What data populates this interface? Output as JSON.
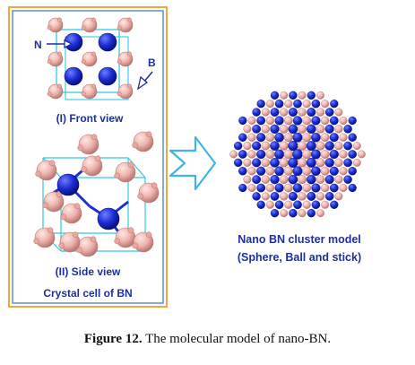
{
  "figure": {
    "label_n": "N",
    "label_b": "B",
    "front_view": "(I) Front view",
    "side_view": "(II) Side view",
    "crystal_cell": "Crystal cell of BN",
    "cluster_title": "Nano BN cluster model",
    "cluster_subtitle": "(Sphere, Ball and stick)",
    "caption_label": "Figure 12.",
    "caption_text": "The molecular model of nano-BN."
  },
  "colors": {
    "frame_outer": "#f2a640",
    "frame_inner": "#5b8fd6",
    "boron": "#f0b4ae",
    "boron_dark": "#c98a86",
    "nitrogen": "#1d2fd6",
    "nitrogen_dark": "#0b128a",
    "cell_line": "#34c8e0",
    "label": "#1f2fa0"
  }
}
